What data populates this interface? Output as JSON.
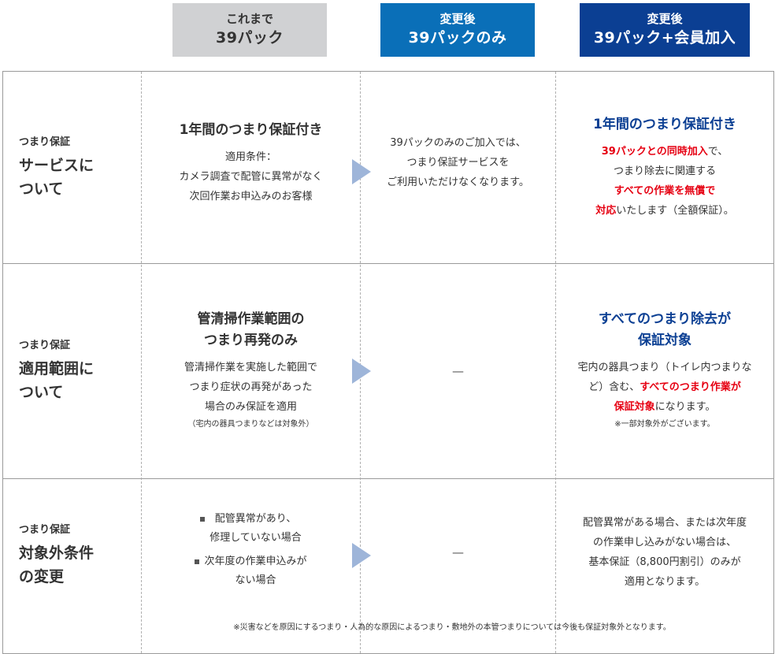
{
  "headers": [
    {
      "line1": "これまで",
      "line2": "39パック",
      "color": "#d0d1d3"
    },
    {
      "line1": "変更後",
      "line2": "39パックのみ",
      "color": "#0a6fb8"
    },
    {
      "line1": "変更後",
      "line2": "39パック+会員加入",
      "color": "#0b3f93"
    }
  ],
  "rows": [
    {
      "label_small": "つまり保証",
      "label_big": [
        "サービスに",
        "ついて"
      ],
      "before": {
        "title": "1年間のつまり保証付き",
        "body": [
          "適用条件：",
          "カメラ調査で配管に異常がなく",
          "次回作業お申込みのお客様"
        ]
      },
      "after_only": {
        "body": [
          "39パックのみのご加入では、",
          "つまり保証サービスを",
          "ご利用いただけなくなります。"
        ]
      },
      "after_member": {
        "title": "1年間のつまり保証付き",
        "line1_red": "39パックとの同時加入",
        "line1_rest": "で、",
        "line2": "つまり除去に関連する",
        "line3_red": "すべての作業を無償で",
        "line4_red": "対応",
        "line4_rest": "いたします（全額保証）。"
      }
    },
    {
      "label_small": "つまり保証",
      "label_big": [
        "適用範囲に",
        "ついて"
      ],
      "before": {
        "title": [
          "管清掃作業範囲の",
          "つまり再発のみ"
        ],
        "body": [
          "管清掃作業を実施した範囲で",
          "つまり症状の再発があった",
          "場合のみ保証を適用"
        ],
        "note": "（宅内の器具つまりなどは対象外）"
      },
      "after_only": {
        "dash": "—"
      },
      "after_member": {
        "title": [
          "すべてのつまり除去が",
          "保証対象"
        ],
        "line1": "宅内の器具つまり（トイレ内つまりな",
        "line2_rest": "ど）含む、",
        "line2_red": "すべてのつまり作業が",
        "line3_red": "保証対象",
        "line3_rest": "になります。",
        "note": "※一部対象外がございます。"
      }
    },
    {
      "label_small": "つまり保証",
      "label_big": [
        "対象外条件",
        "の変更"
      ],
      "before": {
        "bullets": [
          [
            "配管異常があり、",
            "修理していない場合"
          ],
          [
            "次年度の作業申込みが",
            "ない場合"
          ]
        ]
      },
      "after_only": {
        "dash": "—"
      },
      "after_member": {
        "body": [
          "配管異常がある場合、または次年度",
          "の作業申し込みがない場合は、",
          "基本保証（8,800円割引）のみが",
          "適用となります。"
        ]
      }
    }
  ],
  "footnote": "※災害などを原因にするつまり・人為的な原因によるつまり・敷地外の本管つまりについては今後も保証対象外となります。",
  "colors": {
    "accent_blue": "#0b3f93",
    "mid_blue": "#0a6fb8",
    "gray_header": "#d0d1d3",
    "red": "#e60012",
    "arrow": "#9eb5d9"
  }
}
